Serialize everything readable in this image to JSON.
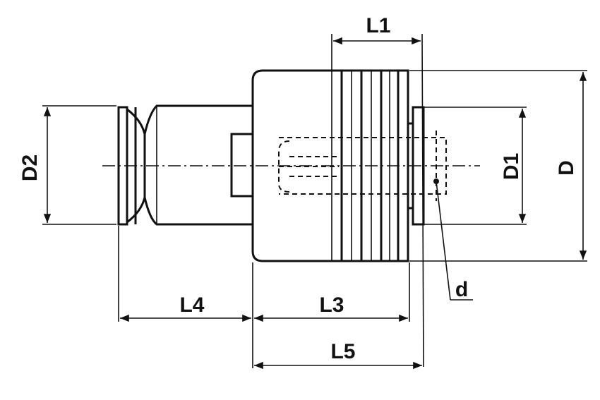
{
  "labels": {
    "L1": "L1",
    "D2": "D2",
    "D1": "D1",
    "D": "D",
    "d": "d",
    "L4": "L4",
    "L3": "L3",
    "L5": "L5"
  }
}
